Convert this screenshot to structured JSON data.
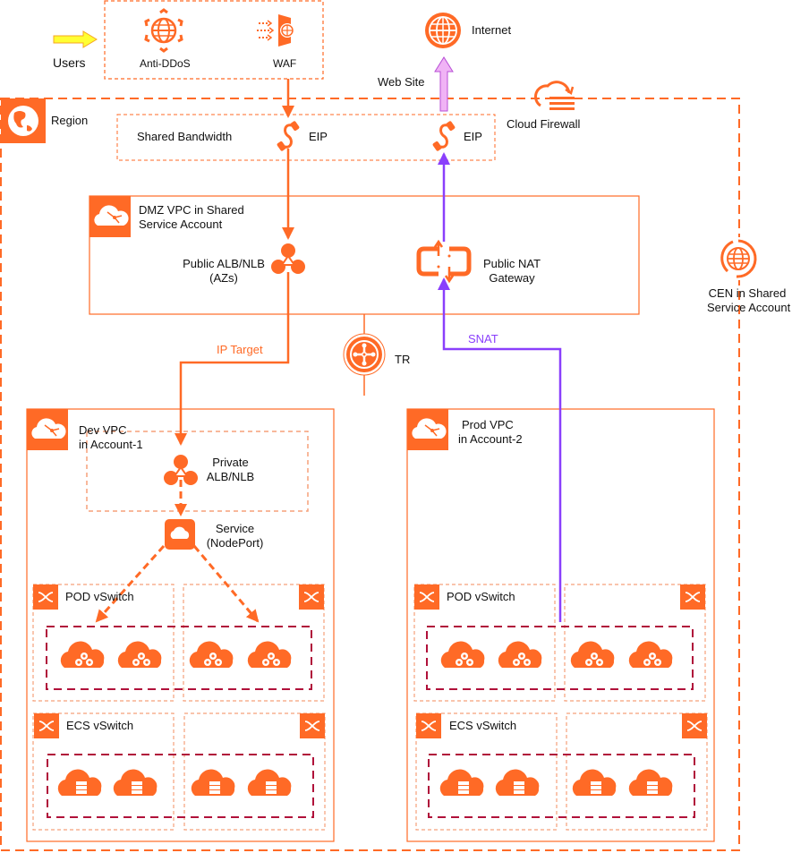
{
  "colors": {
    "accent_orange": "#ff6a26",
    "light_orange": "#f5a07a",
    "purple": "#8a3ffc",
    "pink_arrow": "#f0b3f5",
    "yellow_arrow": "#ffff33",
    "crimson_dash": "#b0113a"
  },
  "top": {
    "users": "Users",
    "anti_ddos": "Anti-DDoS",
    "waf": "WAF",
    "internet": "Internet",
    "web_site": "Web Site"
  },
  "region": {
    "label": "Region",
    "cloud_firewall": "Cloud Firewall",
    "shared_bandwidth": "Shared Bandwidth",
    "eip_left": "EIP",
    "eip_right": "EIP",
    "cen_line1": "CEN in Shared",
    "cen_line2": "Service Account"
  },
  "dmz": {
    "title_line1": "DMZ VPC in Shared",
    "title_line2": "Service Account",
    "alb_line1": "Public ALB/NLB",
    "alb_line2": "(AZs)",
    "nat_line1": "Public NAT",
    "nat_line2": "Gateway"
  },
  "flows": {
    "ip_target": "IP Target",
    "snat": "SNAT",
    "tr": "TR"
  },
  "dev_vpc": {
    "title_line1": "Dev VPC",
    "title_line2": "in Account-1",
    "private_alb_line1": "Private",
    "private_alb_line2": "ALB/NLB",
    "service_line1": "Service",
    "service_line2": "(NodePort)",
    "pod_vswitch": "POD vSwitch",
    "ecs_vswitch": "ECS vSwitch"
  },
  "prod_vpc": {
    "title_line1": "Prod VPC",
    "title_line2": "in Account-2",
    "pod_vswitch": "POD vSwitch",
    "ecs_vswitch": "ECS vSwitch"
  }
}
